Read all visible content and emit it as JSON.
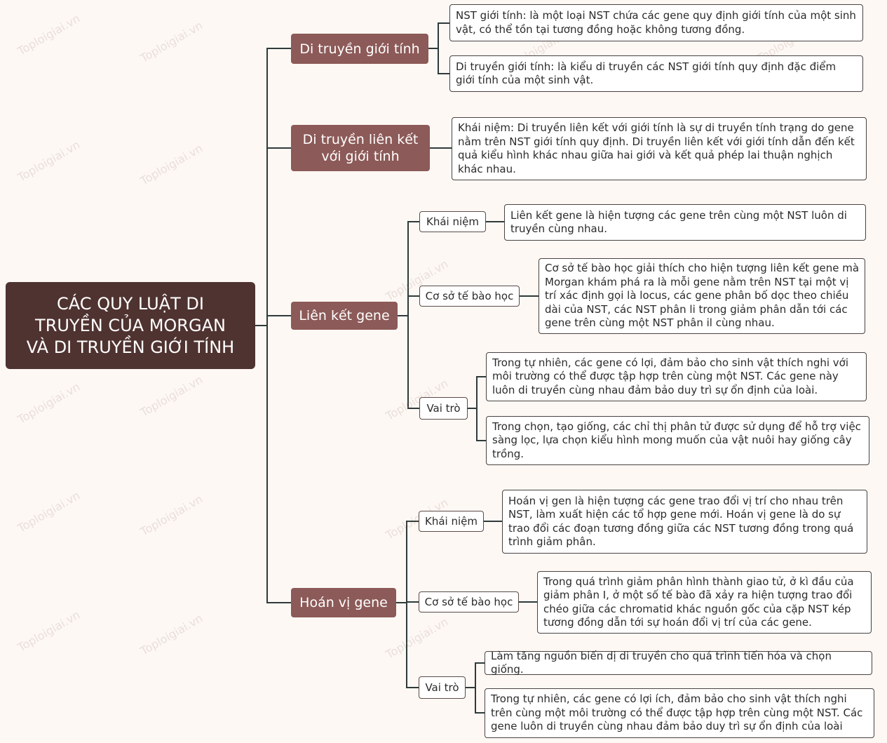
{
  "diagram": {
    "root": {
      "text": "CÁC QUY LUẬT DI\nTRUYỀN CỦA MORGAN\nVÀ DI TRUYỀN GIỚI TÍNH"
    },
    "branches": [
      {
        "label": "Di truyền giới tính",
        "leaves": [
          "NST giới tính: là một loại NST chứa các gene quy định giới tính của một sinh vật, có thể tồn tại tương đồng hoặc không tương đồng.",
          "Di truyền giới tính: là kiểu di truyền các NST giới tính quy định đặc điểm giới tính của một sinh vật."
        ]
      },
      {
        "label": "Di truyền liên kết\nvới giới tính",
        "leaves": [
          "Khái niệm: Di truyền liên kết với giới tính là sự di truyền tính trạng do gene nằm trên NST giới tính quy định. Di truyền liên kết với giới tính dẫn đến kết quả kiểu hình khác nhau giữa hai giới và kết quả phép lai thuận nghịch khác nhau."
        ]
      },
      {
        "label": "Liên kết gene",
        "subs": [
          {
            "label": "Khái niệm",
            "leaves": [
              "Liên kết gene là hiện tượng các gene trên cùng một NST luôn di truyền cùng nhau."
            ]
          },
          {
            "label": "Cơ sở tế bào học",
            "leaves": [
              "Cơ sở tế bào học giải thích cho hiện tượng liên kết gene mà Morgan khám phá ra là mỗi gene nằm trên NST tại một vị trí xác định gọi là locus, các gene phân bố dọc theo chiều dài của NST, các NST phân li trong giảm phân dẫn tới các gene trên cùng một NST phân il cùng nhau."
            ]
          },
          {
            "label": "Vai trò",
            "leaves": [
              " Trong tự nhiên, các gene có lợi, đảm bảo cho sinh vật thích nghi với môi trường có thể được tập hợp trên cùng một NST. Các gene này luôn di truyền cùng nhau đảm bảo duy trì sự ổn định của loài.",
              "Trong chọn, tạo giống, các chỉ thị phân tử được sử dụng để hỗ trợ việc sàng lọc, lựa chọn kiểu hình mong muốn của vật nuôi hay giống cây trồng."
            ]
          }
        ]
      },
      {
        "label": "Hoán vị gene",
        "subs": [
          {
            "label": "Khái niệm",
            "leaves": [
              "Hoán vị gen là hiện tượng các gene trao đổi vị trí cho nhau trên NST, làm xuất hiện các tổ hợp gene mới. Hoán vị gene là do sự trao đổi các đoạn tương đồng giữa các NST tương đồng trong quá trình giảm phân."
            ]
          },
          {
            "label": "Cơ sở tế bào học",
            "leaves": [
              "Trong quá trình giảm phân hình thành giao tử, ở kì đầu của giảm phân I, ở một số tế bào đã xảy ra hiện tượng trao đổi chéo giữa các chromatid khác nguồn gốc của cặp NST kép tương đồng dẫn tới sự hoán đổi vị trí của các gene."
            ]
          },
          {
            "label": "Vai trò",
            "leaves": [
              "Làm tăng nguồn biến dị di truyền cho quá trình tiến hóa và chọn giống.",
              "Trong tự nhiên, các gene có lợi ích, đảm bảo cho sinh vật thích nghi trên cùng một môi trường có thể được tập hợp trên cùng một NST. Các gene luôn di truyền cùng nhau đảm bảo duy trì sự ổn định của loài"
            ]
          }
        ]
      }
    ],
    "watermark": "Toploigiai.vn",
    "colors": {
      "root": "#4f3330",
      "branch": "#8c5a58",
      "line": "#2f3a3a",
      "background": "#fdf8f4"
    }
  }
}
